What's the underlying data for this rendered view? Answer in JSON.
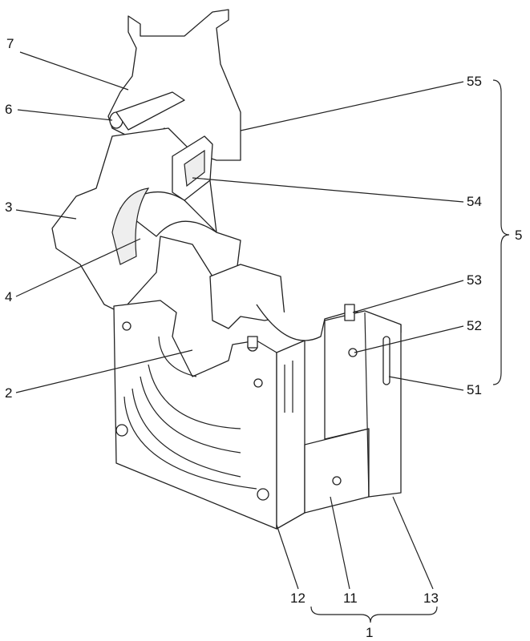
{
  "figure": {
    "labels": {
      "l7": "7",
      "l6": "6",
      "l3": "3",
      "l4": "4",
      "l2": "2",
      "l55": "55",
      "l54": "54",
      "l5": "5",
      "l53": "53",
      "l52": "52",
      "l51": "51",
      "l12": "12",
      "l11": "11",
      "l13": "13",
      "l1": "1"
    }
  }
}
